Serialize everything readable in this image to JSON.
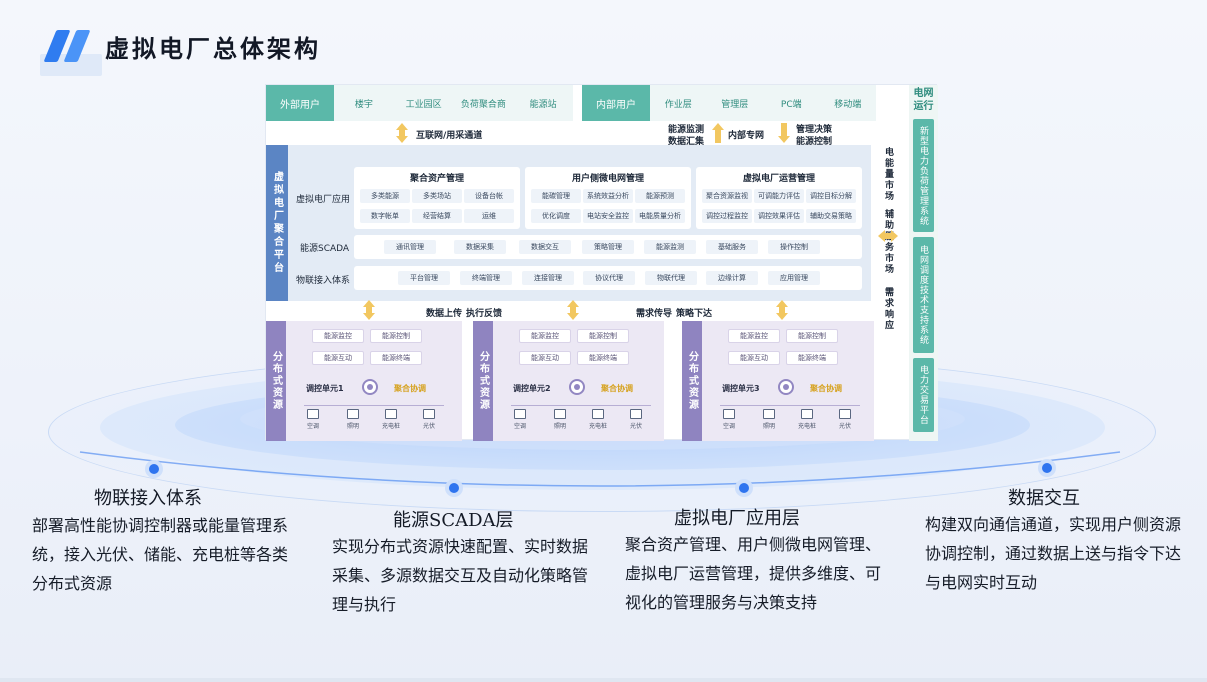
{
  "header": {
    "title": "虚拟电厂总体架构"
  },
  "users": {
    "external": {
      "label": "外部用户",
      "items": [
        "楼宇",
        "工业园区",
        "负荷聚合商",
        "能源站"
      ]
    },
    "internal": {
      "label": "内部用户",
      "items": [
        "作业层",
        "管理层",
        "PC端",
        "移动端"
      ]
    }
  },
  "links": {
    "internet": "互联网/用采通道",
    "energy_monitor_1": "能源监测",
    "energy_monitor_2": "数据汇集",
    "private_net": "内部专网",
    "decision_1": "管理决策",
    "decision_2": "能源控制"
  },
  "platform": {
    "title": "虚拟电厂聚合平台",
    "app_row_label": "虚拟电厂应用",
    "groups": [
      {
        "title": "聚合资产管理",
        "chips": [
          "多类能源",
          "多类场站",
          "设备台帐",
          "数字帐单",
          "经营结算",
          "运维"
        ]
      },
      {
        "title": "用户侧微电网管理",
        "chips": [
          "能碳管理",
          "系统效益分析",
          "能源预测",
          "优化调度",
          "电站安全监控",
          "电能质量分析"
        ]
      },
      {
        "title": "虚拟电厂运营管理",
        "chips": [
          "聚合资源监视",
          "可调能力评估",
          "调控目标分解",
          "调控过程监控",
          "调控效果评估",
          "辅助交易策略"
        ]
      }
    ],
    "scada": {
      "label": "能源SCADA",
      "items": [
        "通讯管理",
        "数据采集",
        "数据交互",
        "策略管理",
        "能源监测",
        "基础服务",
        "操作控制"
      ]
    },
    "iot": {
      "label": "物联接入体系",
      "items": [
        "平台管理",
        "终端管理",
        "连接管理",
        "协议代理",
        "物联代理",
        "边缘计算",
        "应用管理"
      ]
    }
  },
  "flows": {
    "upload": "数据上传",
    "feedback": "执行反馈",
    "demand": "需求传导",
    "strategy": "策略下达"
  },
  "markets": {
    "energy": "电能量市场",
    "aux": "辅助服务市场",
    "demand": "需求响应"
  },
  "grid": {
    "title": "电网运行",
    "blocks": [
      "新型电力负荷管理系统",
      "电网调度技术支持系统",
      "电力交易平台"
    ]
  },
  "distributed": {
    "title": "分布式资源",
    "chips": [
      "能源监控",
      "能源控制",
      "能源互动",
      "能源终端"
    ],
    "units": [
      "调控单元1",
      "调控单元2",
      "调控单元3"
    ],
    "agg_label": "聚合协调",
    "devices": [
      "空调",
      "照明",
      "充电桩",
      "光伏"
    ]
  },
  "features": [
    {
      "title": "物联接入体系",
      "desc": "部署高性能协调控制器或能量管理系统，接入光伏、储能、充电桩等各类分布式资源"
    },
    {
      "title": "能源SCADA层",
      "desc": "实现分布式资源快速配置、实时数据采集、多源数据交互及自动化策略管理与执行"
    },
    {
      "title": "虚拟电厂应用层",
      "desc": "聚合资产管理、用户侧微电网管理、虚拟电厂运营管理，提供多维度、可视化的管理服务与决策支持"
    },
    {
      "title": "数据交互",
      "desc": "构建双向通信通道，实现用户侧资源协调控制，通过数据上送与指令下达与电网实时互动"
    }
  ],
  "colors": {
    "accent": "#2e74ef",
    "teal": "#5bb8a9",
    "platform": "#5b85c4",
    "distributed": "#8f84c0",
    "arrow": "#f2c760"
  }
}
